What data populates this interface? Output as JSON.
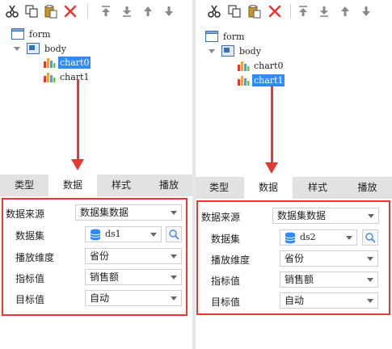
{
  "panels": [
    {
      "tree": {
        "root": "form",
        "body": "body",
        "children": [
          "chart0",
          "chart1"
        ],
        "selected": 0
      },
      "tabs": [
        "类型",
        "数据",
        "样式",
        "播放"
      ],
      "active_tab": 1,
      "fields": {
        "source_label": "数据来源",
        "source_value": "数据集数据",
        "dataset_label": "数据集",
        "dataset_value": "ds1",
        "dimension_label": "播放维度",
        "dimension_value": "省份",
        "metric_label": "指标值",
        "metric_value": "销售额",
        "target_label": "目标值",
        "target_value": "自动"
      }
    },
    {
      "tree": {
        "root": "form",
        "body": "body",
        "children": [
          "chart0",
          "chart1"
        ],
        "selected": 1
      },
      "tabs": [
        "类型",
        "数据",
        "样式",
        "播放"
      ],
      "active_tab": 1,
      "fields": {
        "source_label": "数据来源",
        "source_value": "数据集数据",
        "dataset_label": "数据集",
        "dataset_value": "ds2",
        "dimension_label": "播放维度",
        "dimension_value": "省份",
        "metric_label": "指标值",
        "metric_value": "销售额",
        "target_label": "目标值",
        "target_value": "自动"
      }
    }
  ],
  "toolbar_icons": [
    "cut-icon",
    "copy-icon",
    "paste-icon",
    "delete-icon",
    "move-top-icon",
    "move-bottom-icon",
    "move-up-icon",
    "move-down-icon"
  ],
  "colors": {
    "selection": "#2f8bff",
    "highlight": "#e53935",
    "tab_bar": "#e2e2e2"
  }
}
